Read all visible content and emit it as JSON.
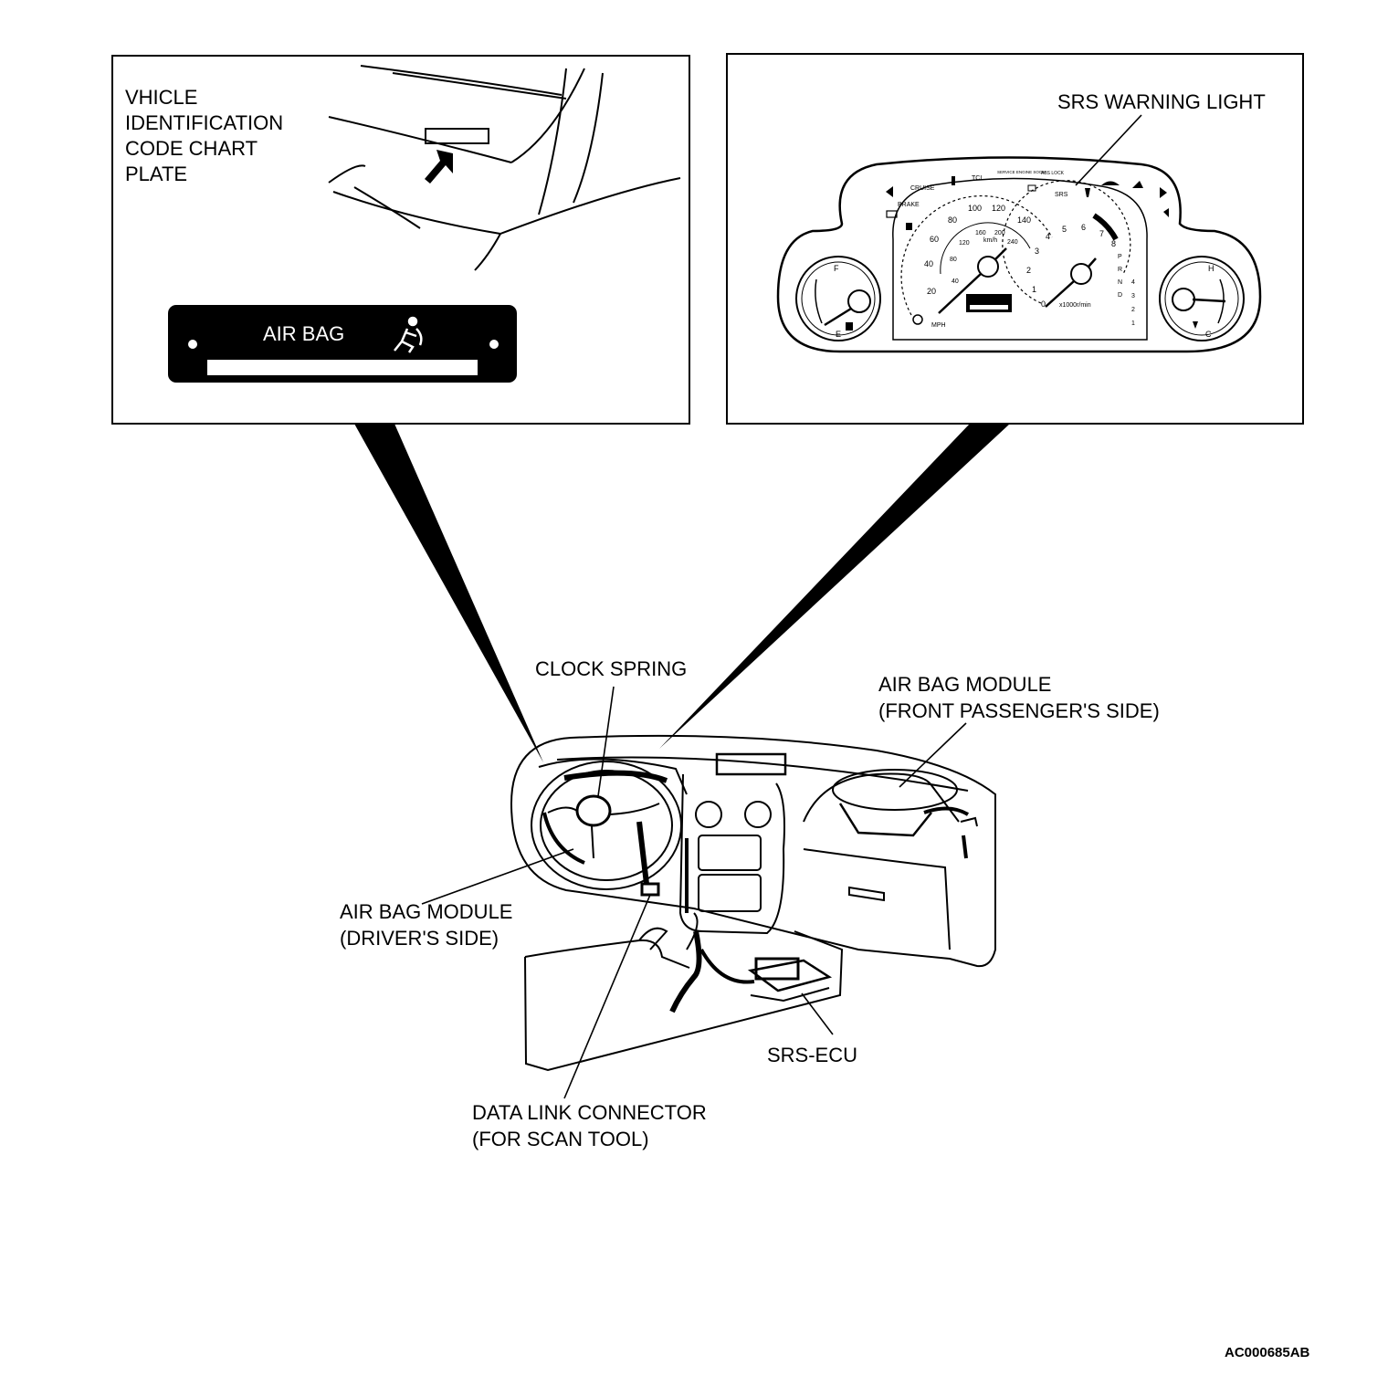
{
  "inset_left": {
    "plate_label_lines": [
      "VHICLE",
      "IDENTIFICATION",
      "CODE CHART",
      "PLATE"
    ],
    "plate_text": "AIR BAG"
  },
  "inset_right": {
    "warning_light_label": "SRS WARNING LIGHT",
    "indicators": [
      "CRUISE",
      "TCL",
      "SRS",
      "BRAKE",
      "ABS LOCK",
      "SERVICE ENGINE SOON"
    ],
    "speedo_mph": [
      "20",
      "40",
      "60",
      "80",
      "100",
      "120",
      "140"
    ],
    "speedo_kmh": [
      "40",
      "80",
      "120",
      "160",
      "200",
      "240"
    ],
    "speedo_units": [
      "MPH",
      "km/h"
    ],
    "tach_numbers": [
      "0",
      "1",
      "2",
      "3",
      "4",
      "5",
      "6",
      "7",
      "8"
    ],
    "tach_unit": "x1000r/min",
    "gear_indicators": [
      "P",
      "R",
      "N",
      "D",
      "4",
      "3",
      "2",
      "1"
    ],
    "fuel_marks": [
      "F",
      "E"
    ],
    "temp_marks": [
      "H",
      "C"
    ]
  },
  "main": {
    "clock_spring": "CLOCK SPRING",
    "airbag_passenger": [
      "AIR BAG MODULE",
      "(FRONT PASSENGER'S SIDE)"
    ],
    "airbag_driver": [
      "AIR BAG MODULE",
      "(DRIVER'S SIDE)"
    ],
    "srs_ecu": "SRS-ECU",
    "data_link": [
      "DATA LINK CONNECTOR",
      "(FOR SCAN TOOL)"
    ]
  },
  "figure_id": "AC000685AB"
}
